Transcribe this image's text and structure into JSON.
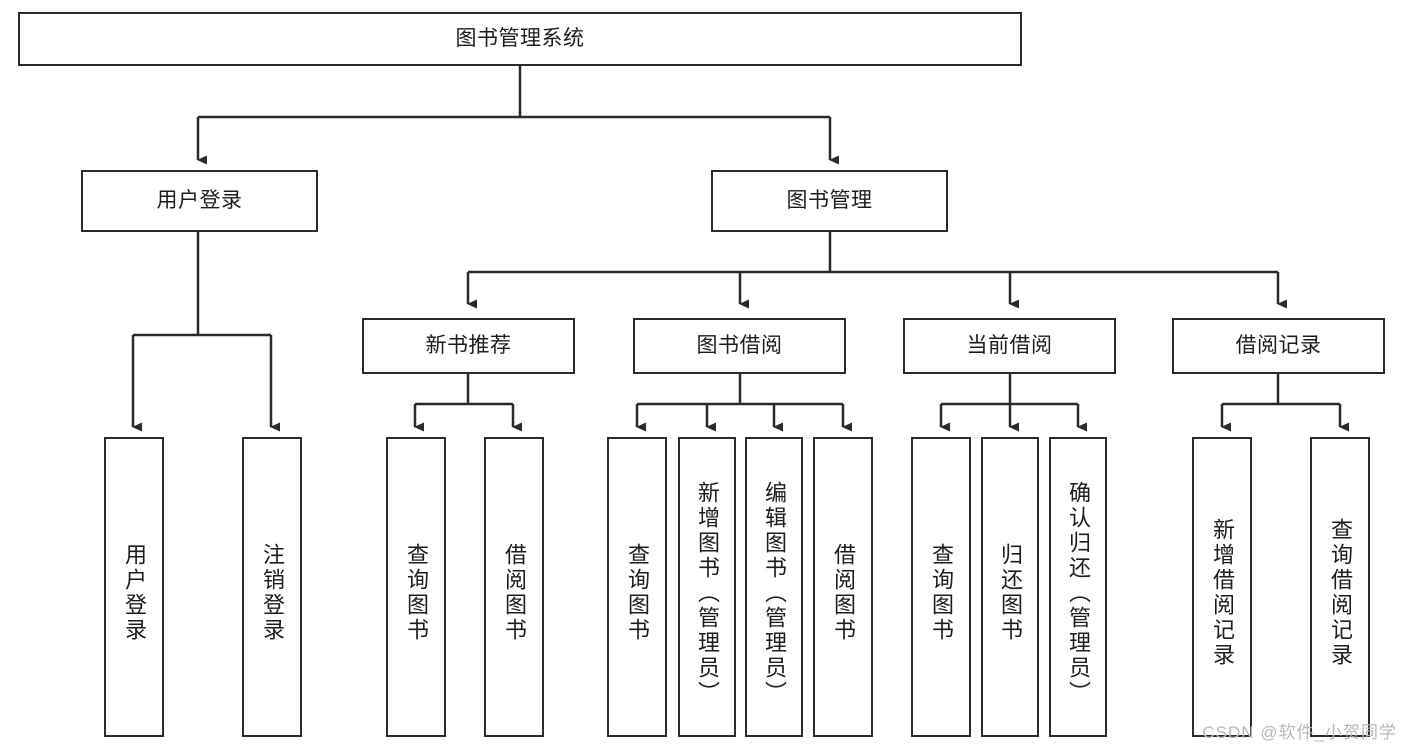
{
  "diagram": {
    "title": "图书管理系统",
    "type": "tree-hierarchy",
    "orientation": "top-down",
    "colors": {
      "stroke": "#2b2b2b",
      "fill": "#ffffff",
      "text": "#1d1d1d",
      "watermark": "#b9b9b9"
    },
    "root": {
      "label": "图书管理系统"
    },
    "level2": [
      {
        "label": "用户登录"
      },
      {
        "label": "图书管理"
      }
    ],
    "level3": [
      {
        "label": "新书推荐"
      },
      {
        "label": "图书借阅"
      },
      {
        "label": "当前借阅"
      },
      {
        "label": "借阅记录"
      }
    ],
    "leaves": {
      "user_login": [
        {
          "label": "用户登录"
        },
        {
          "label": "注销登录"
        }
      ],
      "new_book_recommend": [
        {
          "label": "查询图书"
        },
        {
          "label": "借阅图书"
        }
      ],
      "book_borrow": [
        {
          "label": "查询图书"
        },
        {
          "label": "新增图书（管理员）"
        },
        {
          "label": "编辑图书（管理员）"
        },
        {
          "label": "借阅图书"
        }
      ],
      "current_borrow": [
        {
          "label": "查询图书"
        },
        {
          "label": "归还图书"
        },
        {
          "label": "确认归还（管理员）"
        }
      ],
      "borrow_record": [
        {
          "label": "新增借阅记录"
        },
        {
          "label": "查询借阅记录"
        }
      ]
    }
  },
  "watermark": {
    "text": "CSDN @软件_小贺同学"
  }
}
